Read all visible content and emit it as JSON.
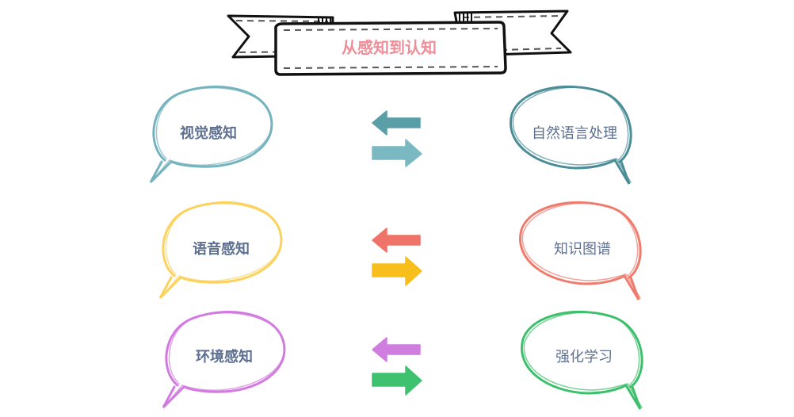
{
  "title": {
    "text": "从感知到认知",
    "color": "#ee8e99"
  },
  "rows": [
    {
      "left": {
        "label": "视觉感知",
        "color": "#74b3bf"
      },
      "right": {
        "label": "自然语言处理",
        "color": "#4a8d97"
      },
      "arrow_left_color": "#5a9ea8",
      "arrow_right_color": "#7ab9c2"
    },
    {
      "left": {
        "label": "语音感知",
        "color": "#fbd25c"
      },
      "right": {
        "label": "知识图谱",
        "color": "#ef7b6d"
      },
      "arrow_left_color": "#ef7368",
      "arrow_right_color": "#f8be1c"
    },
    {
      "left": {
        "label": "环境感知",
        "color": "#d37ae0"
      },
      "right": {
        "label": "强化学习",
        "color": "#3dbf6c"
      },
      "arrow_left_color": "#cf7ee0",
      "arrow_right_color": "#3fc270"
    }
  ],
  "text_color": "#5e7090"
}
